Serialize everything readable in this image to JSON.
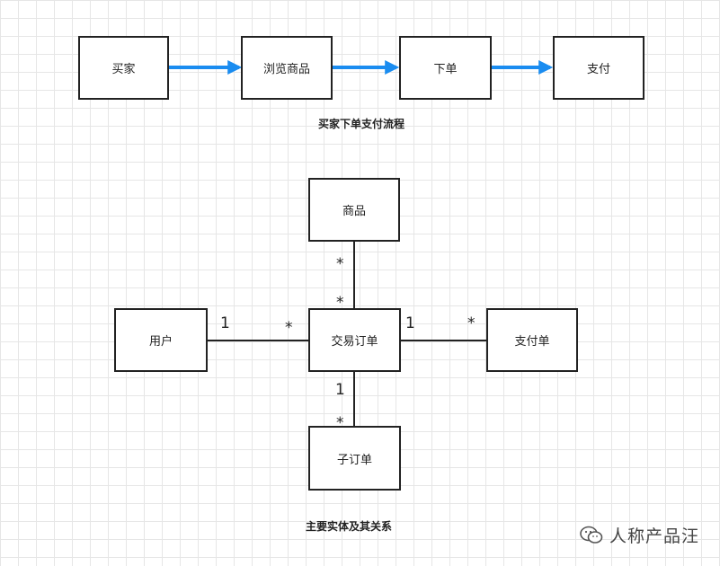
{
  "flow": {
    "nodes": [
      {
        "id": "buyer",
        "label": "买家"
      },
      {
        "id": "browse",
        "label": "浏览商品"
      },
      {
        "id": "order",
        "label": "下单"
      },
      {
        "id": "pay",
        "label": "支付"
      }
    ],
    "edges": [
      {
        "from": "buyer",
        "to": "browse"
      },
      {
        "from": "browse",
        "to": "order"
      },
      {
        "from": "order",
        "to": "pay"
      }
    ],
    "caption": "买家下单支付流程",
    "arrow_color": "#1a8cf0"
  },
  "entities": {
    "nodes": [
      {
        "id": "product",
        "label": "商品"
      },
      {
        "id": "user",
        "label": "用户"
      },
      {
        "id": "trade",
        "label": "交易订单"
      },
      {
        "id": "payment",
        "label": "支付单"
      },
      {
        "id": "suborder",
        "label": "子订单"
      }
    ],
    "relations": [
      {
        "from": "product",
        "to": "trade",
        "from_mult": "*",
        "to_mult": "*"
      },
      {
        "from": "user",
        "to": "trade",
        "from_mult": "1",
        "to_mult": "*"
      },
      {
        "from": "trade",
        "to": "payment",
        "from_mult": "1",
        "to_mult": "*"
      },
      {
        "from": "trade",
        "to": "suborder",
        "from_mult": "1",
        "to_mult": "*"
      }
    ],
    "caption": "主要实体及其关系"
  },
  "watermark": {
    "text": "人称产品汪",
    "icon": "wechat-icon"
  }
}
